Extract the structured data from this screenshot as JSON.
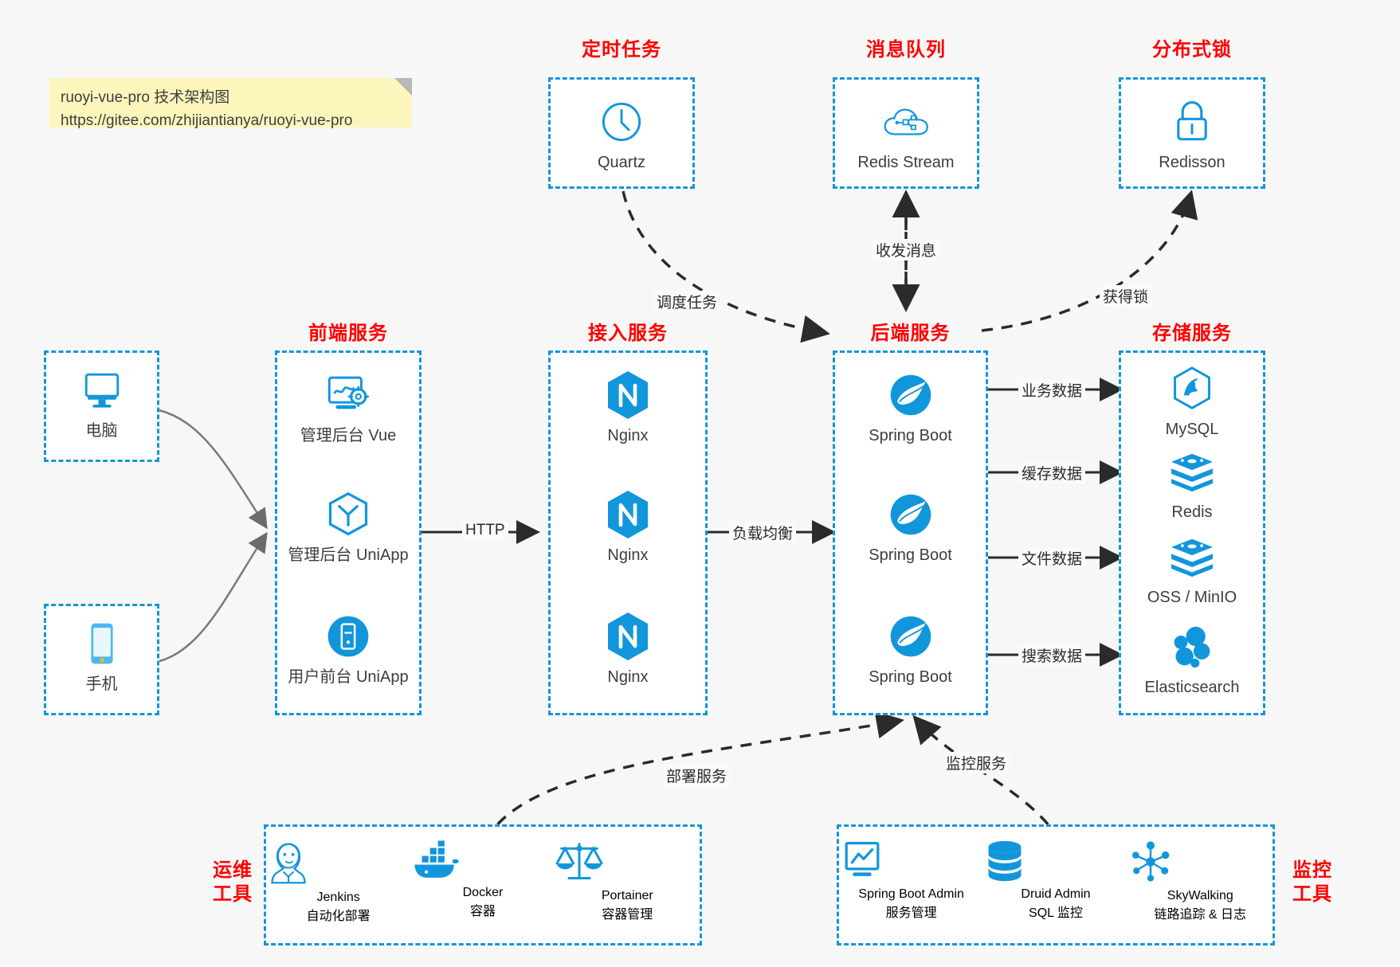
{
  "note": {
    "line1": "ruoyi-vue-pro 技术架构图",
    "line2": "https://gitee.com/zhijiantianya/ruoyi-vue-pro"
  },
  "colors": {
    "accent": "#1296db",
    "title": "#ff0000",
    "text": "#3d3d3d",
    "background": "#f7f7f7",
    "note": "#fcf6bd",
    "wire": "#3a3a3a"
  },
  "groups": {
    "scheduled_task": {
      "title": "定时任务",
      "nodes": [
        {
          "label": "Quartz",
          "icon": "clock-icon"
        }
      ]
    },
    "message_queue": {
      "title": "消息队列",
      "nodes": [
        {
          "label": "Redis Stream",
          "icon": "cloud-stream-icon"
        }
      ]
    },
    "distributed_lock": {
      "title": "分布式锁",
      "nodes": [
        {
          "label": "Redisson",
          "icon": "lock-icon"
        }
      ]
    },
    "clients": {
      "nodes": [
        {
          "label": "电脑",
          "icon": "desktop-icon"
        },
        {
          "label": "手机",
          "icon": "phone-icon"
        }
      ]
    },
    "frontend": {
      "title": "前端服务",
      "nodes": [
        {
          "label": "管理后台 Vue",
          "icon": "dashboard-gear-icon"
        },
        {
          "label": "管理后台 UniApp",
          "icon": "hexagon-y-icon"
        },
        {
          "label": "用户前台 UniApp",
          "icon": "mobile-circle-icon"
        }
      ]
    },
    "gateway": {
      "title": "接入服务",
      "nodes": [
        {
          "label": "Nginx",
          "icon": "nginx-icon"
        },
        {
          "label": "Nginx",
          "icon": "nginx-icon"
        },
        {
          "label": "Nginx",
          "icon": "nginx-icon"
        }
      ]
    },
    "backend": {
      "title": "后端服务",
      "nodes": [
        {
          "label": "Spring Boot",
          "icon": "spring-icon"
        },
        {
          "label": "Spring Boot",
          "icon": "spring-icon"
        },
        {
          "label": "Spring Boot",
          "icon": "spring-icon"
        }
      ]
    },
    "storage": {
      "title": "存储服务",
      "nodes": [
        {
          "label": "MySQL",
          "icon": "mysql-icon"
        },
        {
          "label": "Redis",
          "icon": "redis-icon"
        },
        {
          "label": "OSS / MinIO",
          "icon": "redis-icon"
        },
        {
          "label": "Elasticsearch",
          "icon": "elasticsearch-icon"
        }
      ]
    },
    "devops": {
      "title_line1": "运维",
      "title_line2": "工具",
      "nodes": [
        {
          "name": "Jenkins",
          "desc": "自动化部署",
          "icon": "jenkins-icon"
        },
        {
          "name": "Docker",
          "desc": "容器",
          "icon": "docker-icon"
        },
        {
          "name": "Portainer",
          "desc": "容器管理",
          "icon": "scales-icon"
        }
      ]
    },
    "monitoring": {
      "title_line1": "监控",
      "title_line2": "工具",
      "nodes": [
        {
          "name": "Spring Boot Admin",
          "desc": "服务管理",
          "icon": "monitor-chart-icon"
        },
        {
          "name": "Druid Admin",
          "desc": "SQL 监控",
          "icon": "database-icon"
        },
        {
          "name": "SkyWalking",
          "desc": "链路追踪 & 日志",
          "icon": "skywalking-icon"
        }
      ]
    }
  },
  "edges": {
    "http": "HTTP",
    "load_balance": "负载均衡",
    "schedule_task": "调度任务",
    "send_receive_message": "收发消息",
    "acquire_lock": "获得锁",
    "business_data": "业务数据",
    "cache_data": "缓存数据",
    "file_data": "文件数据",
    "search_data": "搜索数据",
    "deploy_service": "部署服务",
    "monitor_service": "监控服务"
  }
}
